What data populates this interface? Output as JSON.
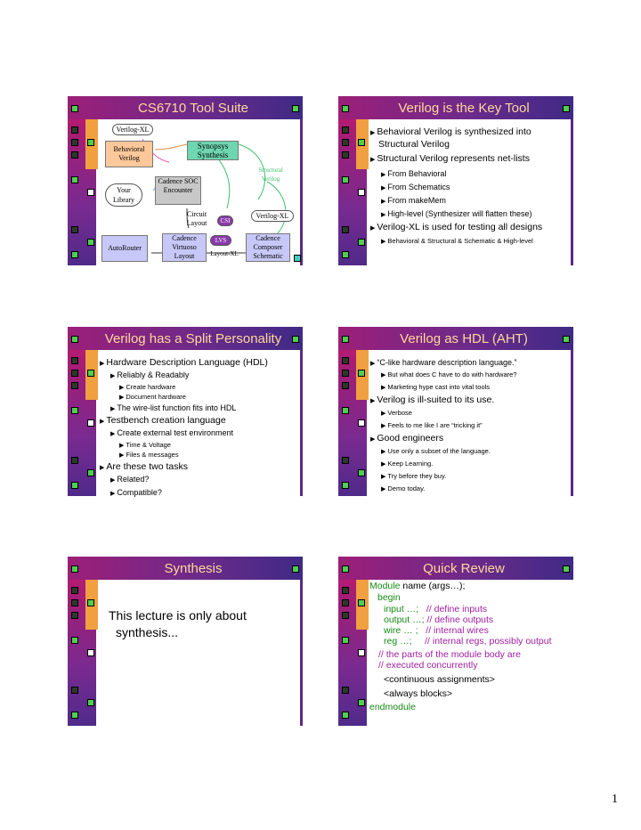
{
  "colors": {
    "title_text": "#ffd89a",
    "bar_magenta": "#c8186c",
    "bar_purple": "#4f2a8a",
    "orange": "#f0a040",
    "keyword_green": "#158a15",
    "comment_purple": "#a020a0"
  },
  "slide1": {
    "title": "CS6710 Tool Suite",
    "verilog_xl_top": "Verilog-XL",
    "behavioral_verilog": "Behavioral Verilog",
    "synopsys_synthesis": "Synopsys Synthesis",
    "structural_verilog": "Structural Verilog",
    "cadence_soc_encounter": "Cadence SOC Encounter",
    "your_library": "Your Library",
    "circuit_layout": "Circuit Layout",
    "csi": "CSI",
    "verilog_xl_right": "Verilog-XL",
    "autorouter": "AutoRouter",
    "cadence_virtuoso_layout": "Cadence Virtuoso Layout",
    "lvs": "LVS",
    "layout_xl": "Layout-XL",
    "cadence_composer_schematic": "Cadence Composer Schematic"
  },
  "slide2": {
    "title": "Verilog is the Key Tool",
    "items": [
      "Behavioral Verilog is synthesized into",
      "Structural Verilog",
      "Structural Verilog represents net-lists",
      "From Behavioral",
      "From Schematics",
      "From makeMem",
      "High-level (Synthesizer will flatten these)",
      "Verilog-XL is used for testing all designs",
      "Behavioral & Structural & Schematic & High-level"
    ]
  },
  "slide3": {
    "title": "Verilog has a Split Personality",
    "items": [
      "Hardware Description Language (HDL)",
      "Reliably & Readably",
      "Create hardware",
      "Document hardware",
      "The wire-list function fits into HDL",
      "Testbench creation language",
      "Create external test environment",
      "Time & Voltage",
      "Files & messages",
      "Are these two tasks",
      "Related?",
      "Compatible?"
    ]
  },
  "slide4": {
    "title": "Verilog as HDL (AHT)",
    "items": [
      "“C-like hardware description language.”",
      "But what does C have to do with hardware?",
      "Marketing hype cast into vital tools",
      "Verilog is ill-suited to its use.",
      "Verbose",
      "Feels to me like I are “tricking it”",
      "Good engineers",
      "Use only a subset of the language.",
      "Keep Learning.",
      "Try before they buy.",
      "Demo today."
    ]
  },
  "slide5": {
    "title": "Synthesis",
    "text_line1": "This lecture is only about",
    "text_line2": "synthesis..."
  },
  "slide6": {
    "title": "Quick Review",
    "module_kw": "Module",
    "module_rest": "name (args…);",
    "begin": "begin",
    "input_kw": "input …;",
    "input_comment": "// define inputs",
    "output_kw": "output …;",
    "output_comment": "// define outputs",
    "wire_kw": "wire … ;",
    "wire_comment": "// internal wires",
    "reg_kw": "reg …;",
    "reg_comment": "// internal regs, possibly output",
    "comment1": "// the parts of the module body are",
    "comment2": "// executed concurrently",
    "continuous": "<continuous assignments>",
    "always": "<always blocks>",
    "endmodule": "endmodule"
  },
  "page_number": "1"
}
